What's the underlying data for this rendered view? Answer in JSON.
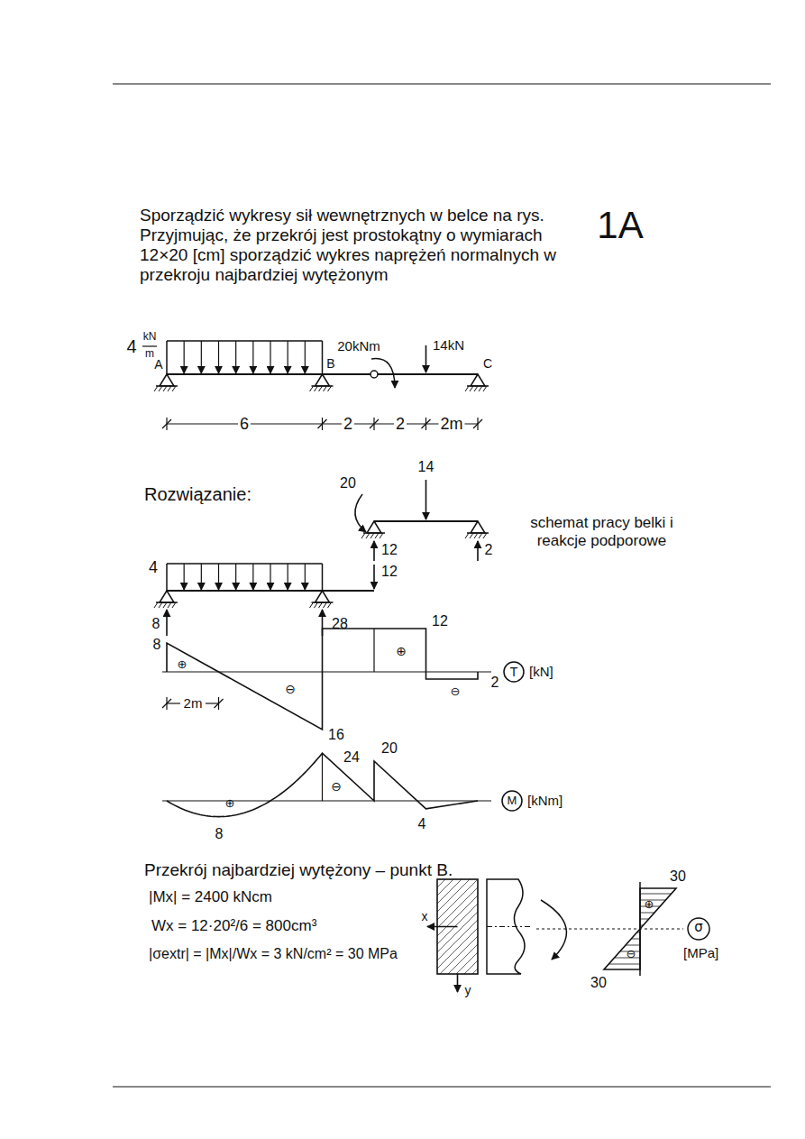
{
  "diagram": {
    "labels": [
      "Sporządzić wykresy sił wewnętrznych w belce na rys. Przyjmując, że przekrój jest prostokątny o wymiarach 12×20 [cm] sporządzić wykres naprężeń normalnych w przekroju najbardziej wytężonym",
      "1A",
      "4",
      "kN",
      "m",
      "A",
      "B",
      "20kNm",
      "14kN",
      "C",
      "6",
      "2",
      "2",
      "2m",
      "Rozwiązanie:",
      "20",
      "14",
      "12",
      "2",
      "schemat pracy belki i reakcje podporowe",
      "4",
      "12",
      "8",
      "28",
      "8",
      "⊕",
      "⊖",
      "16",
      "⊕",
      "12",
      "⊖",
      "2",
      "T",
      "[kN]",
      "2m",
      "24",
      "⊖",
      "20",
      "⊕",
      "8",
      "4",
      "M",
      "[kNm]",
      "Przekrój najbardziej wytężony – punkt B.",
      "|Mx| = 2400 kNcm",
      "Wx = 12·20²/6 = 800cm³",
      "|σextr| = |Mx|/Wx = 3 kN/cm² = 30 MPa",
      "x",
      "y",
      "30",
      "⊕",
      "⊖",
      "30",
      "σ",
      "[MPa]"
    ]
  }
}
